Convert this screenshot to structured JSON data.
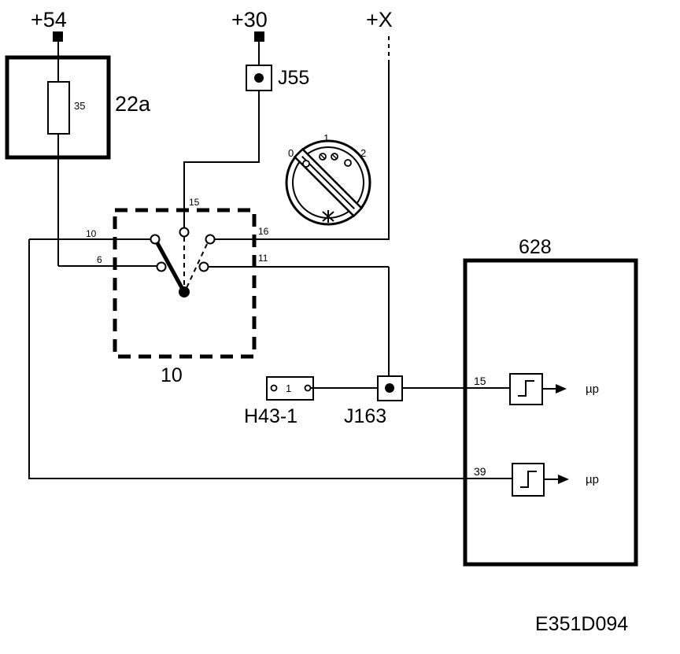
{
  "supply_terminals": {
    "t54": "+54",
    "t30": "+30",
    "tx": "+X"
  },
  "fuse": {
    "label": "22a",
    "rating": "35"
  },
  "junction_j55": {
    "label": "J55"
  },
  "light_switch": {
    "label": "10",
    "pins": {
      "p10": "10",
      "p6": "6",
      "p15": "15",
      "p16": "16",
      "p11": "11"
    },
    "knob_positions": {
      "off": "0",
      "pos1": "1",
      "pos2": "2"
    }
  },
  "connector_h43": {
    "label": "H43-1",
    "pin": "1"
  },
  "junction_j163": {
    "label": "J163"
  },
  "control_module": {
    "label": "628",
    "inputs": [
      {
        "pin": "15",
        "output": "µp"
      },
      {
        "pin": "39",
        "output": "µp"
      }
    ]
  },
  "figure_code": "E351D094"
}
